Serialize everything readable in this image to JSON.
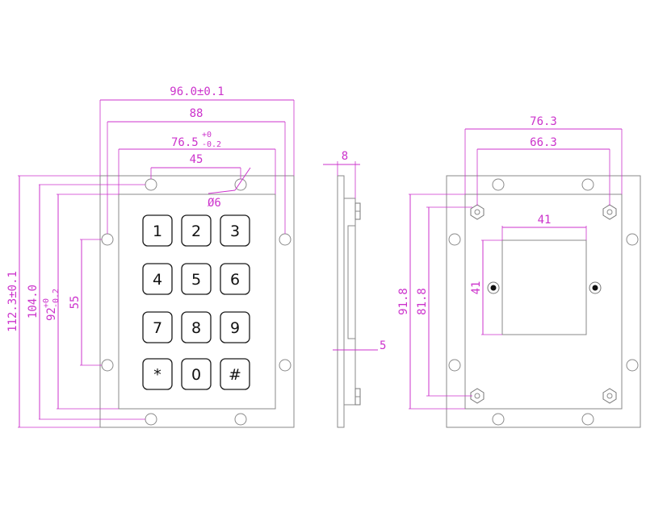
{
  "colors": {
    "dimension": "#cc33cc",
    "outline": "#8a8a8a",
    "key_border": "#1a1a1a"
  },
  "front_view": {
    "keys": [
      "1",
      "2",
      "3",
      "4",
      "5",
      "6",
      "7",
      "8",
      "9",
      "*",
      "0",
      "#"
    ],
    "dims": {
      "overall_width": "96.0±0.1",
      "hole_span_w": "88",
      "window_width_base": "76.5",
      "window_width_tol_top": "+0",
      "window_width_tol_bottom": "-0.2",
      "hole_pitch_top": "45",
      "hole_dia": "Ø6",
      "overall_height": "112.3±0.1",
      "hole_span_h": "104.0",
      "window_height_base": "92",
      "window_height_tol_top": "+0",
      "window_height_tol_bottom": "-0.2",
      "hole_pitch_side": "55"
    }
  },
  "side_view": {
    "dims": {
      "thickness": "8",
      "plate": "5"
    }
  },
  "rear_view": {
    "dims": {
      "stud_span_w": "76.3",
      "stud_span_w_inner": "66.3",
      "cutout_w": "41",
      "cutout_h": "41",
      "stud_span_h": "91.8",
      "stud_span_h_inner": "81.8"
    }
  }
}
